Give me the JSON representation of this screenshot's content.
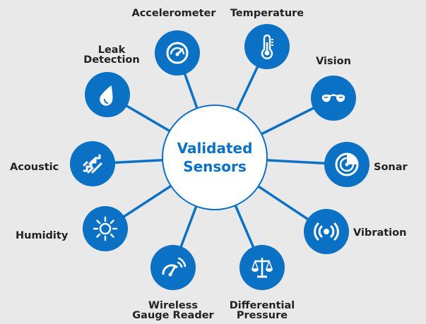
{
  "hub": {
    "line1": "Validated",
    "line2": "Sensors"
  },
  "colors": {
    "node": "#0a71c4",
    "background": "#e9e9e9",
    "text": "#222222"
  },
  "sensors": [
    {
      "id": "accelerometer",
      "label": "Accelerometer",
      "icon": "gauge-icon"
    },
    {
      "id": "temperature",
      "label": "Temperature",
      "icon": "thermometer-icon"
    },
    {
      "id": "vision",
      "label": "Vision",
      "icon": "glasses-icon"
    },
    {
      "id": "sonar",
      "label": "Sonar",
      "icon": "sonar-icon"
    },
    {
      "id": "vibration",
      "label": "Vibration",
      "icon": "vibration-icon"
    },
    {
      "id": "differential-pressure",
      "label_line1": "Differential",
      "label_line2": "Pressure",
      "icon": "scale-icon"
    },
    {
      "id": "wireless-gauge-reader",
      "label_line1": "Wireless",
      "label_line2": "Gauge Reader",
      "icon": "wireless-gauge-icon"
    },
    {
      "id": "humidity",
      "label": "Humidity",
      "icon": "sun-icon"
    },
    {
      "id": "acoustic",
      "label": "Acoustic",
      "icon": "acoustic-icon"
    },
    {
      "id": "leak-detection",
      "label_line1": "Leak",
      "label_line2": "Detection",
      "icon": "droplet-icon"
    }
  ]
}
